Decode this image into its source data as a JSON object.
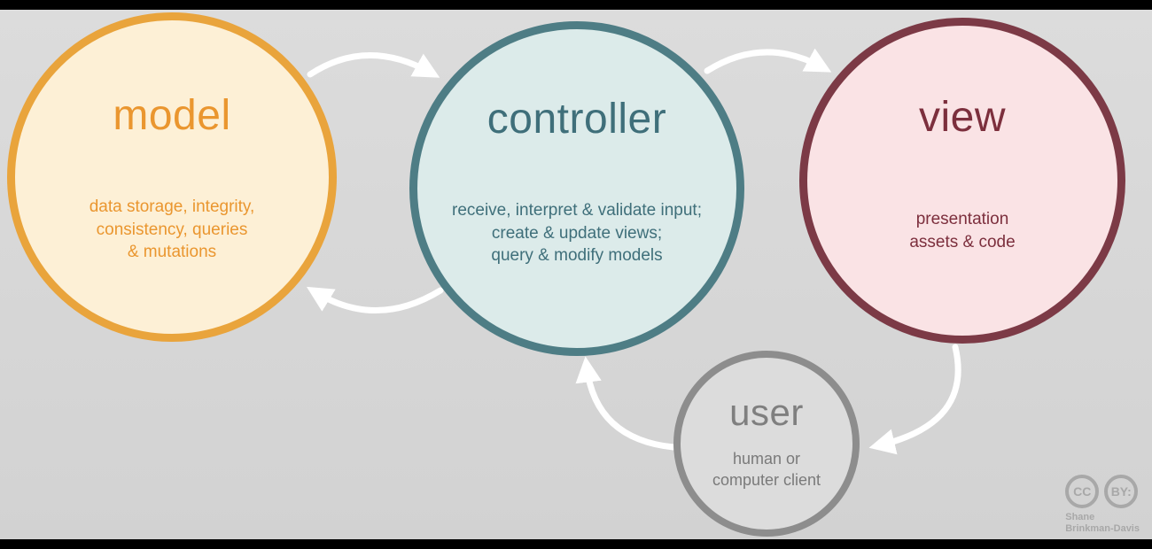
{
  "page": {
    "background": "#d8d8d8",
    "letterbox_color": "#000000"
  },
  "diagram": {
    "arrow_color": "#ffffff",
    "nodes": [
      {
        "id": "model",
        "title": "model",
        "description": "data storage, integrity,\nconsistency, queries\n& mutations",
        "fill": "#fdf0d6",
        "border": "#e9a43c",
        "text_color": "#ea962f"
      },
      {
        "id": "controller",
        "title": "controller",
        "description": "receive, interpret & validate input;\ncreate & update views;\nquery & modify models",
        "fill": "#dcebea",
        "border": "#4e7d85",
        "text_color": "#3f6f7a"
      },
      {
        "id": "view",
        "title": "view",
        "description": "presentation\nassets & code",
        "fill": "#fae3e5",
        "border": "#7c3a46",
        "text_color": "#7c2f3d"
      },
      {
        "id": "user",
        "title": "user",
        "description": "human or\ncomputer client",
        "fill": "#dcdcdc",
        "border": "#8d8d8d",
        "text_color": "#7f7f7f"
      }
    ],
    "arrows": [
      {
        "from": "model",
        "to": "controller"
      },
      {
        "from": "controller",
        "to": "view"
      },
      {
        "from": "controller",
        "to": "model"
      },
      {
        "from": "view",
        "to": "user"
      },
      {
        "from": "user",
        "to": "controller"
      }
    ]
  },
  "attribution": {
    "cc_badge": "CC",
    "by_badge": "BY:",
    "author": "Shane\nBrinkman-Davis"
  }
}
